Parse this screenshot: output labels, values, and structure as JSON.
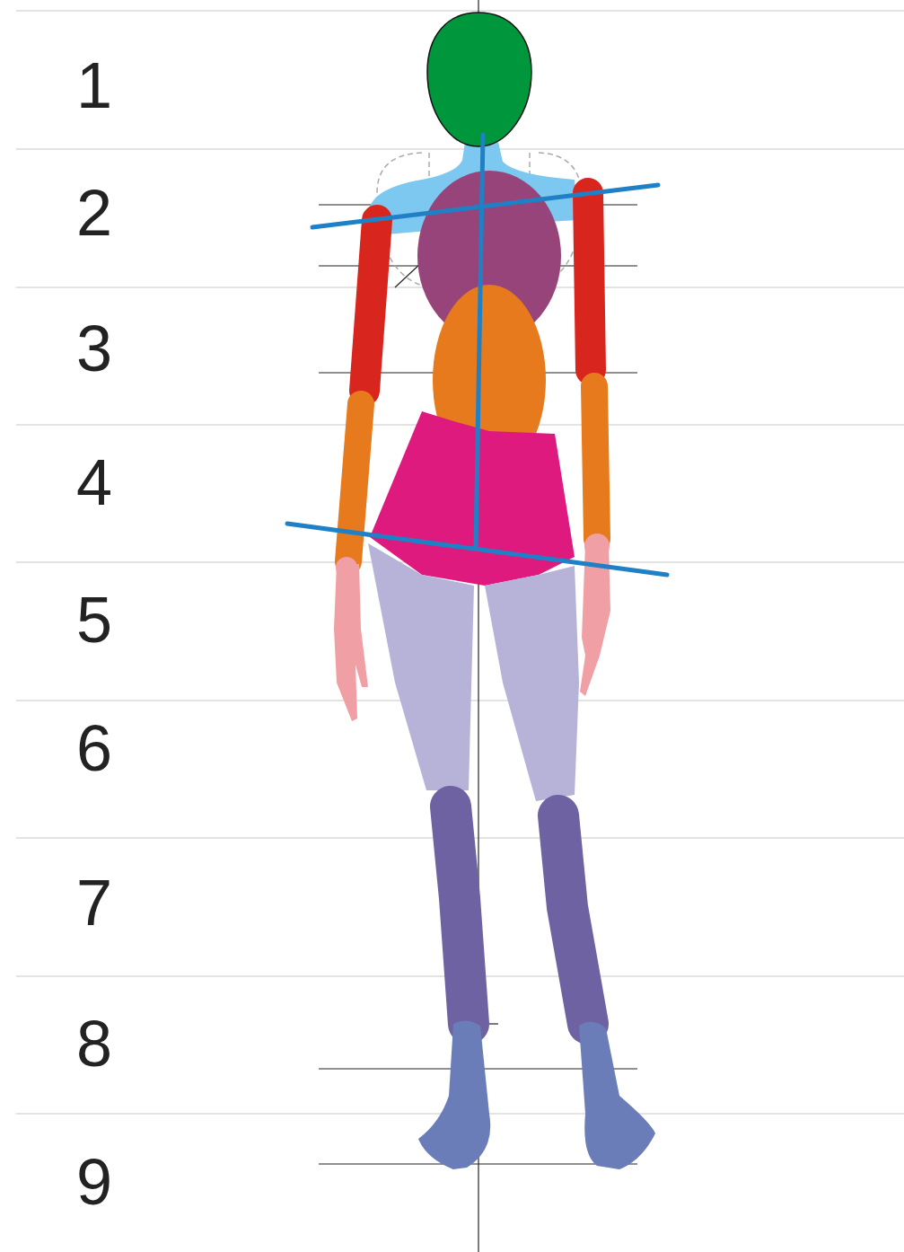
{
  "diagram": {
    "labels": [
      "1",
      "2",
      "3",
      "4",
      "5",
      "6",
      "7",
      "8",
      "9"
    ]
  }
}
